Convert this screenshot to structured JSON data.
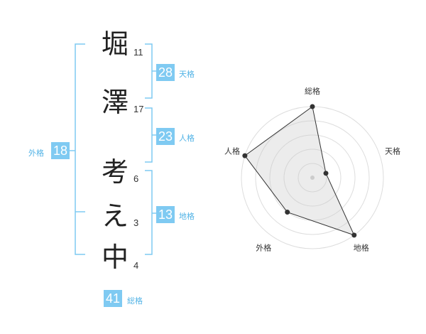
{
  "name_chars": [
    {
      "char": "堀",
      "strokes": "11"
    },
    {
      "char": "澤",
      "strokes": "17"
    },
    {
      "char": "考",
      "strokes": "6"
    },
    {
      "char": "え",
      "strokes": "3"
    },
    {
      "char": "中",
      "strokes": "4"
    }
  ],
  "kakusu": {
    "tenkaku": {
      "value": "28",
      "label": "天格"
    },
    "jinkaku": {
      "value": "23",
      "label": "人格"
    },
    "chikaku": {
      "value": "13",
      "label": "地格"
    },
    "gaikaku": {
      "value": "18",
      "label": "外格"
    },
    "soukaku": {
      "value": "41",
      "label": "総格"
    }
  },
  "colors": {
    "accent": "#7fcaf2",
    "label": "#52b3e6",
    "bracket": "#7fcaf2"
  },
  "chart_data": {
    "type": "radar",
    "axes": [
      "総格",
      "天格",
      "地格",
      "外格",
      "人格"
    ],
    "levels": 5,
    "values": [
      5,
      1,
      5,
      3,
      5
    ]
  }
}
